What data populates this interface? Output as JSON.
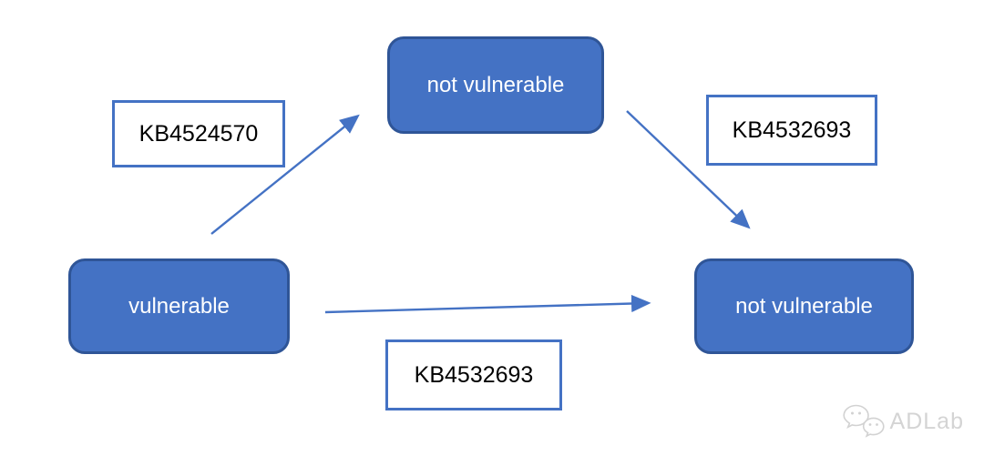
{
  "diagram": {
    "nodes": [
      {
        "id": "vulnerable",
        "label": "vulnerable"
      },
      {
        "id": "not-vulnerable-top",
        "label": "not vulnerable"
      },
      {
        "id": "not-vulnerable-right",
        "label": "not vulnerable"
      }
    ],
    "edges": [
      {
        "from": "vulnerable",
        "to": "not-vulnerable-top",
        "label": "KB4524570"
      },
      {
        "from": "not-vulnerable-top",
        "to": "not-vulnerable-right",
        "label": "KB4532693"
      },
      {
        "from": "vulnerable",
        "to": "not-vulnerable-right",
        "label": "KB4532693"
      }
    ],
    "colors": {
      "node_fill": "#4472C4",
      "node_border": "#2F5597",
      "node_text": "#FFFFFF",
      "arrow": "#4472C4",
      "label_border": "#4472C4",
      "label_text": "#000000",
      "background": "#FFFFFF",
      "watermark": "#D4D4D4"
    }
  },
  "watermark": {
    "icon": "wechat-icon",
    "label": "ADLab"
  }
}
